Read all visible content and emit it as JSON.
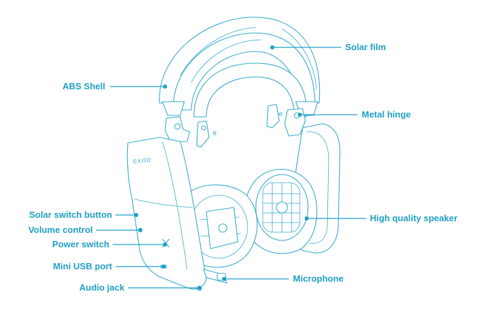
{
  "brand": "EXOD",
  "labels": {
    "solar_film": "Solar film",
    "abs_shell": "ABS Shell",
    "metal_hinge": "Metal hinge",
    "solar_switch_button": "Solar switch button",
    "volume_control": "Volume control",
    "power_switch": "Power switch",
    "mini_usb_port": "Mini USB port",
    "audio_jack": "Audio jack",
    "high_quality_speaker": "High quality speaker",
    "microphone": "Microphone"
  },
  "colors": {
    "label": "#1f9fc6",
    "outline": "#35a9cf",
    "background": "#ffffff"
  }
}
